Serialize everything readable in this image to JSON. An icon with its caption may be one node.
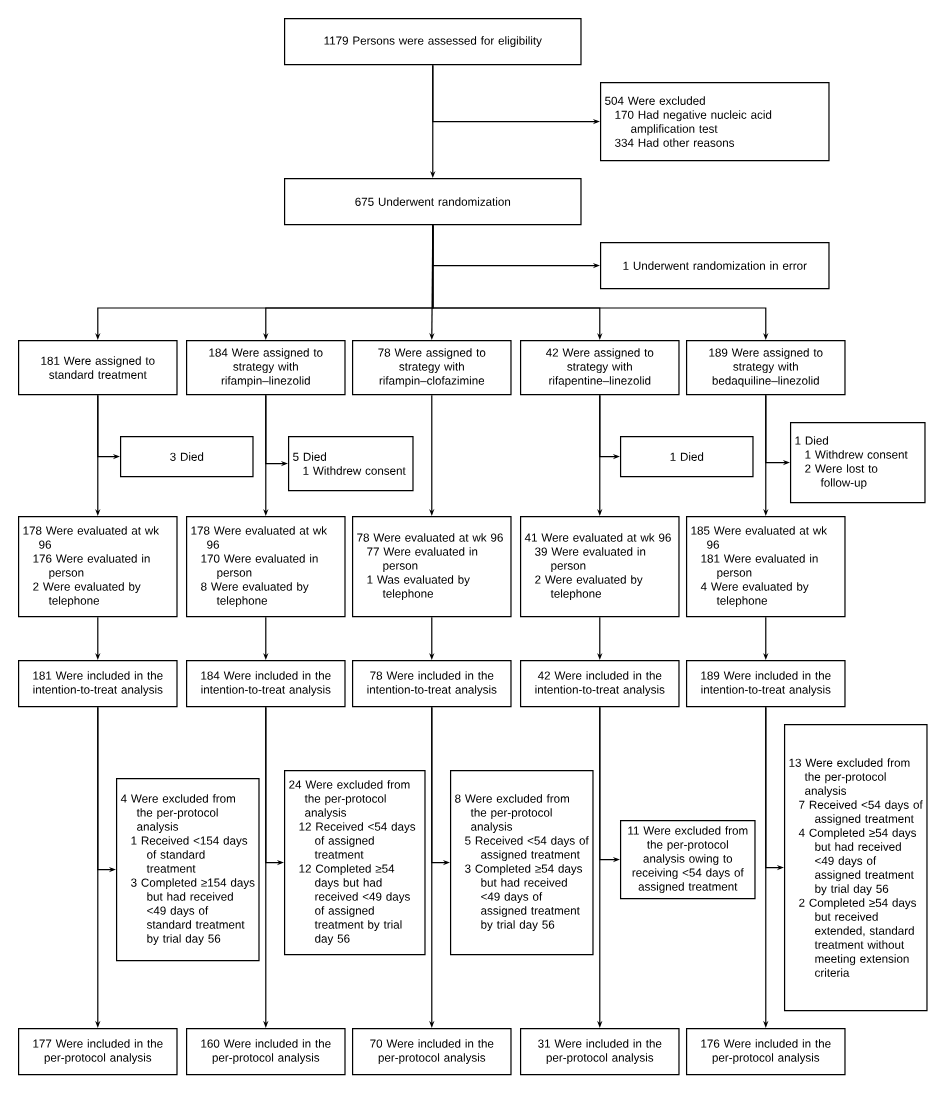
{
  "diagram": {
    "nodes": [
      {
        "text": [
          "1179 Persons were assessed for eligibility"
        ]
      },
      {
        "text": [
          "504 Were excluded",
          "170 Had negative nucleic acid amplification test",
          "334 Had other reasons"
        ]
      },
      {
        "text": [
          "675 Underwent randomization"
        ]
      },
      {
        "text": [
          "1 Underwent randomization in error"
        ]
      },
      {
        "text": [
          "181 Were assigned to standard treatment"
        ]
      },
      {
        "text": [
          "184 Were assigned to strategy with rifampin–linezolid"
        ]
      },
      {
        "text": [
          "78 Were assigned to strategy with rifampin–clofazimine"
        ]
      },
      {
        "text": [
          "42 Were assigned to strategy with rifapentine–linezolid"
        ]
      },
      {
        "text": [
          "189 Were assigned to strategy with bedaquiline–linezolid"
        ]
      },
      {
        "text": [
          "3 Died"
        ]
      },
      {
        "text": [
          "5 Died",
          "1 Withdrew consent"
        ]
      },
      {
        "text": [
          "1 Died"
        ]
      },
      {
        "text": [
          "1 Died",
          "1 Withdrew consent",
          "2 Were lost to follow-up"
        ]
      },
      {
        "text": [
          "178 Were evaluated at wk 96",
          "176 Were evaluated in person",
          "2 Were evaluated by telephone"
        ]
      },
      {
        "text": [
          "178 Were evaluated at wk 96",
          "170 Were evaluated in person",
          "8 Were evaluated by telephone"
        ]
      },
      {
        "text": [
          "78 Were evaluated at wk 96",
          "77 Were evaluated in person",
          "1 Was evaluated by telephone"
        ]
      },
      {
        "text": [
          "41 Were evaluated at wk 96",
          "39 Were evaluated in person",
          "2 Were evaluated by telephone"
        ]
      },
      {
        "text": [
          "185 Were evaluated at wk 96",
          "181 Were evaluated in person",
          "4 Were evaluated by telephone"
        ]
      },
      {
        "text": [
          "181 Were included in the intention-to-treat analysis"
        ]
      },
      {
        "text": [
          "184 Were included in the intention-to-treat analysis"
        ]
      },
      {
        "text": [
          "78 Were included in the intention-to-treat analysis"
        ]
      },
      {
        "text": [
          "42 Were included in the intention-to-treat analysis"
        ]
      },
      {
        "text": [
          "189 Were included in the intention-to-treat analysis"
        ]
      },
      {
        "text": [
          "4 Were excluded from the per-protocol analysis",
          "1 Received <154 days of standard treatment",
          "3 Completed ≥154 days but had received <49 days of standard treatment by trial day 56"
        ]
      },
      {
        "text": [
          "24 Were excluded from the per-protocol analysis",
          "12 Received <54 days of assigned treatment",
          "12 Completed ≥54 days but had received <49 days of assigned treatment by trial day 56"
        ]
      },
      {
        "text": [
          "8 Were excluded from the per-protocol analysis",
          "5 Received <54 days of assigned treatment",
          "3 Completed ≥54 days but had received <49 days of assigned treatment by trial day 56"
        ]
      },
      {
        "text": [
          "11 Were excluded from the per-protocol analysis owing to receiving <54 days of assigned treatment"
        ]
      },
      {
        "text": [
          "13 Were excluded from the per-protocol analysis",
          "7 Received <54 days of assigned treatment",
          "4 Completed ≥54 days but had received <49 days of assigned treatment by trial day 56",
          "2 Completed ≥54 days but received extended, standard treatment without meeting extension criteria"
        ]
      },
      {
        "text": [
          "177 Were included in the per-protocol analysis"
        ]
      },
      {
        "text": [
          "160 Were included in the per-protocol analysis"
        ]
      },
      {
        "text": [
          "70 Were included in the per-protocol analysis"
        ]
      },
      {
        "text": [
          "31 Were included in the per-protocol analysis"
        ]
      },
      {
        "text": [
          "176 Were included in the per-protocol analysis"
        ]
      }
    ],
    "edges": [
      {
        "from": 0,
        "to": 2,
        "arrow": "to"
      },
      {
        "from": 0,
        "to": 1,
        "arrow": "to"
      },
      {
        "from": 2,
        "to": 3,
        "arrow": "to"
      },
      {
        "from": 2,
        "to": 4,
        "arrow": "to"
      },
      {
        "from": 2,
        "to": 5,
        "arrow": "to"
      },
      {
        "from": 2,
        "to": 6,
        "arrow": "to"
      },
      {
        "from": 2,
        "to": 7,
        "arrow": "to"
      },
      {
        "from": 2,
        "to": 8,
        "arrow": "to"
      },
      {
        "from": 4,
        "to": 13,
        "arrow": "to"
      },
      {
        "from": 4,
        "to": 9,
        "arrow": "to"
      },
      {
        "from": 5,
        "to": 14,
        "arrow": "to"
      },
      {
        "from": 5,
        "to": 10,
        "arrow": "to"
      },
      {
        "from": 6,
        "to": 15,
        "arrow": "to"
      },
      {
        "from": 7,
        "to": 16,
        "arrow": "to"
      },
      {
        "from": 7,
        "to": 11,
        "arrow": "to"
      },
      {
        "from": 8,
        "to": 17,
        "arrow": "to"
      },
      {
        "from": 8,
        "to": 12,
        "arrow": "to"
      },
      {
        "from": 13,
        "to": 18,
        "arrow": "to"
      },
      {
        "from": 14,
        "to": 19,
        "arrow": "to"
      },
      {
        "from": 15,
        "to": 20,
        "arrow": "to"
      },
      {
        "from": 16,
        "to": 21,
        "arrow": "to"
      },
      {
        "from": 17,
        "to": 22,
        "arrow": "to"
      },
      {
        "from": 18,
        "to": 28,
        "arrow": "to"
      },
      {
        "from": 18,
        "to": 23,
        "arrow": "to"
      },
      {
        "from": 19,
        "to": 29,
        "arrow": "to"
      },
      {
        "from": 19,
        "to": 24,
        "arrow": "to"
      },
      {
        "from": 20,
        "to": 30,
        "arrow": "to"
      },
      {
        "from": 20,
        "to": 25,
        "arrow": "to"
      },
      {
        "from": 21,
        "to": 31,
        "arrow": "to"
      },
      {
        "from": 21,
        "to": 26,
        "arrow": "to"
      },
      {
        "from": 22,
        "to": 32,
        "arrow": "to"
      },
      {
        "from": 22,
        "to": 27,
        "arrow": "to"
      }
    ]
  }
}
